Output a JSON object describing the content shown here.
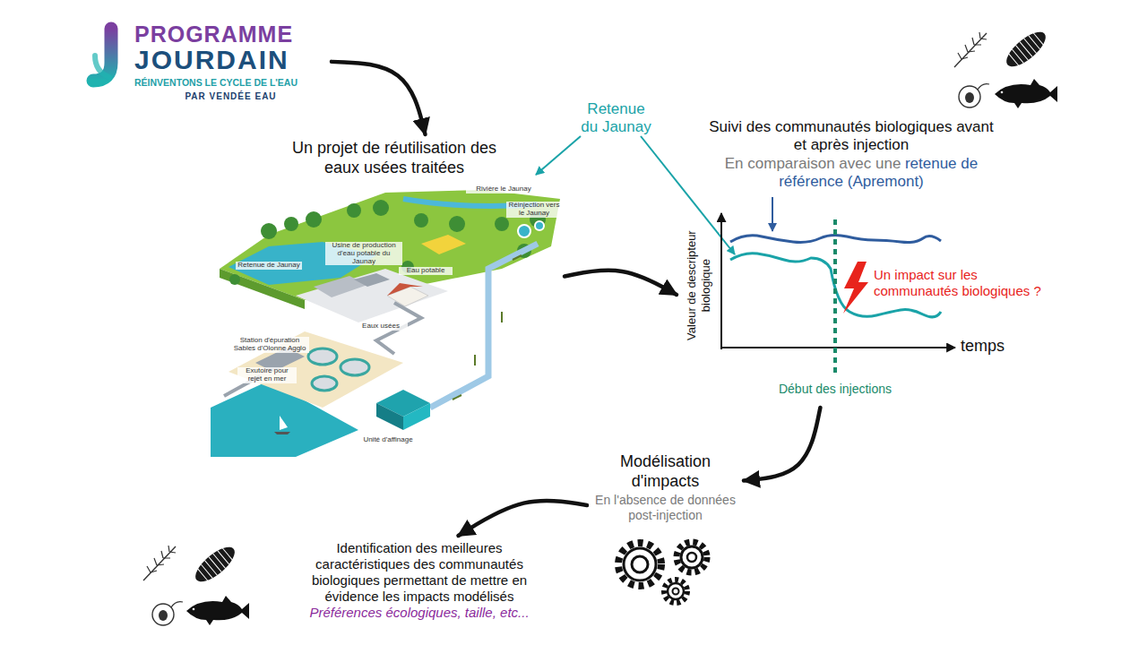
{
  "diagram": {
    "nodes": [
      {
        "text": [
          "PROGRAMME",
          "JOURDAIN",
          "RÉINVENTONS LE CYCLE DE L'EAU",
          "PAR VENDÉE EAU"
        ]
      },
      {
        "text": [
          "Un projet de réutilisation des eaux usées traitées"
        ]
      },
      {
        "text": [
          "Suivi des communautés biologiques avant et après injection",
          "En comparaison avec une",
          "retenue de référence (Apremont)"
        ]
      },
      {
        "text": [
          "Rivière le Jaunay",
          "Réinjection vers le Jaunay",
          "Usine de production d'eau potable du Jaunay",
          "Retenue de Jaunay",
          "Eau potable",
          "Eaux usées",
          "Station d'épuration Sables d'Olonne Agglo",
          "Exutoire pour rejet en mer",
          "Unité d'affinage"
        ]
      },
      {
        "text": [
          "Valeur de descripteur biologique",
          "temps",
          "Début des injections",
          "Un impact sur les communautés biologiques ?"
        ]
      },
      {
        "text": [
          "Modélisation d'impacts",
          "En l'absence de données post-injection"
        ]
      },
      {
        "text": [
          "Identification des meilleures caractéristiques des communautés biologiques permettant de mettre en évidence les impacts modélisés",
          "Préférences écologiques, taille, etc..."
        ]
      }
    ],
    "edges": [
      {
        "from": 0,
        "to": 1,
        "arrow": "to"
      },
      {
        "from": 3,
        "to": 4,
        "arrow": "to"
      },
      {
        "from": 4,
        "to": 5,
        "arrow": "to"
      },
      {
        "from": 5,
        "to": 6,
        "arrow": "to"
      }
    ],
    "labels": [
      "Retenue du Jaunay"
    ]
  }
}
